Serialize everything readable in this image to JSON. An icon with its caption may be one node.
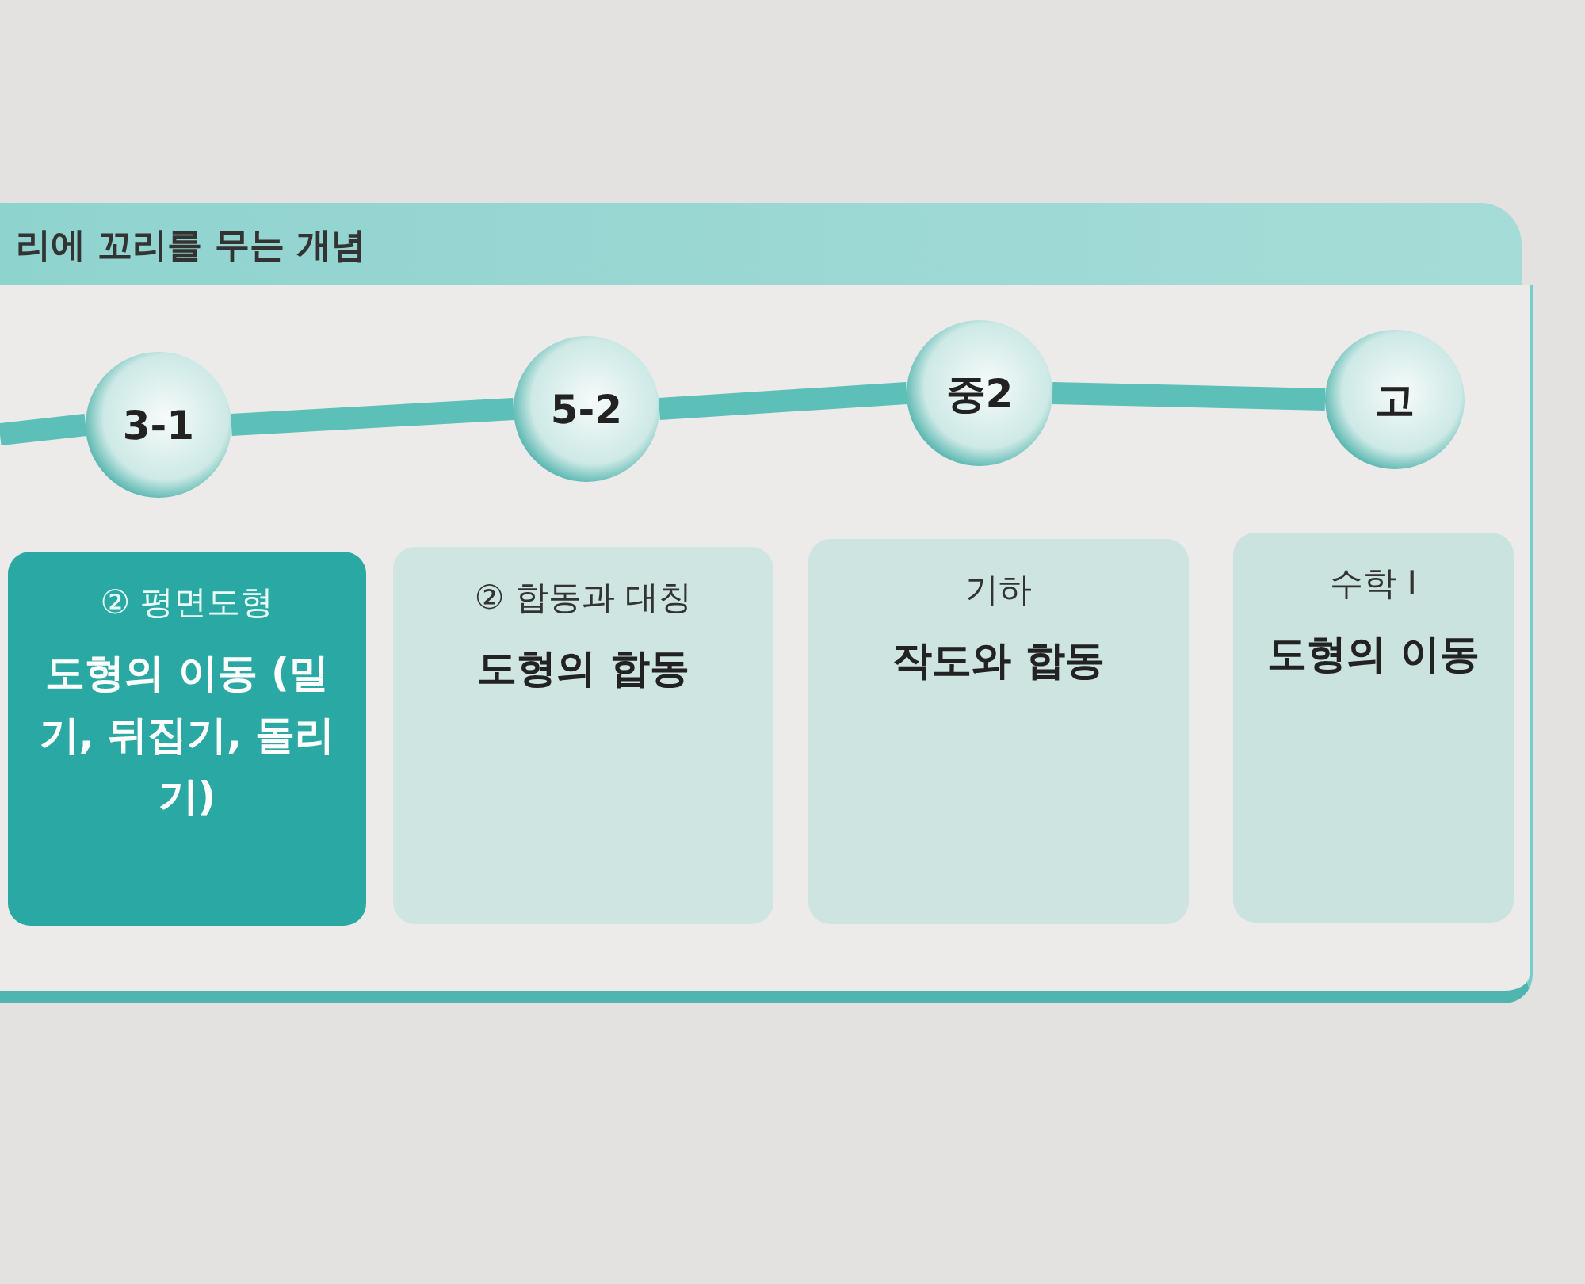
{
  "diagram": {
    "title": "리에 꼬리를 무는 개념",
    "nodes": [
      {
        "text": [
          "3-1"
        ]
      },
      {
        "text": [
          "5-2"
        ]
      },
      {
        "text": [
          "중2"
        ]
      },
      {
        "text": [
          "고"
        ]
      },
      {
        "text": [
          "② 평면도형",
          "도형의 이동 (밀기, 뒤집기, 돌리기)"
        ]
      },
      {
        "text": [
          "② 합동과 대칭",
          "도형의 합동"
        ]
      },
      {
        "text": [
          "기하",
          "작도와 합동"
        ]
      },
      {
        "text": [
          "수학 Ⅰ",
          "도형의 이동"
        ]
      }
    ],
    "edges": [
      {
        "from": null,
        "to": 0,
        "arrow": "none"
      },
      {
        "from": 0,
        "to": 1,
        "arrow": "none"
      },
      {
        "from": 1,
        "to": 2,
        "arrow": "none"
      },
      {
        "from": 2,
        "to": 3,
        "arrow": "none"
      }
    ]
  }
}
